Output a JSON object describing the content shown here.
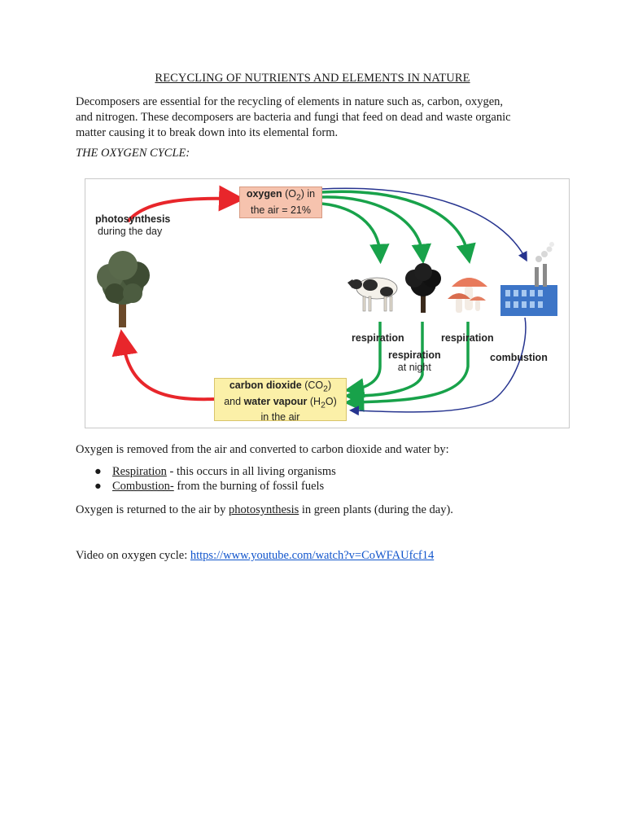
{
  "title": "RECYCLING OF NUTRIENTS AND ELEMENTS IN NATURE",
  "intro": {
    "line1": "Decomposers are essential for the recycling of elements in nature such as, carbon, oxygen,",
    "line2": "and nitrogen. These decomposers are bacteria and fungi that feed on dead and waste organic",
    "line3": "matter causing it to break down into its elemental form."
  },
  "section_heading": "THE OXYGEN CYCLE:",
  "diagram": {
    "oxygen_box": {
      "bold": "oxygen",
      "pre": " (O",
      "sub": "2",
      "post": ") in",
      "line2": "the air = 21%"
    },
    "co2_box": {
      "bold1": "carbon dioxide",
      "mid1": " (CO",
      "sub1": "2",
      "end1": ")",
      "pre2": "and ",
      "bold2": "water vapour",
      "mid2": " (H",
      "sub2": "2",
      "end2": "O)",
      "line3": "in the air"
    },
    "photosynthesis_label": "photosynthesis",
    "during_day_label": "during the day",
    "respiration_left": "respiration",
    "respiration_night": "respiration",
    "at_night": "at night",
    "respiration_right": "respiration",
    "combustion": "combustion",
    "colors": {
      "red": "#e8262b",
      "green": "#18a24a",
      "blue": "#26348f"
    },
    "icons": [
      "tree-icon",
      "cow-icon",
      "dark-tree-icon",
      "mushrooms-icon",
      "factory-icon"
    ]
  },
  "removed_text": "Oxygen is removed from the air and converted to carbon dioxide and water by:",
  "bullets": [
    {
      "term": "Respiration",
      "rest": " - this occurs in all living organisms"
    },
    {
      "term": "Combustion-",
      "rest": " from the burning of fossil fuels"
    }
  ],
  "returned": {
    "pre": "Oxygen is returned to the air by ",
    "term": "photosynthesis",
    "post": " in green plants (during the day)."
  },
  "video": {
    "label": "Video on oxygen cycle: ",
    "url": "https://www.youtube.com/watch?v=CoWFAUfcf14"
  }
}
